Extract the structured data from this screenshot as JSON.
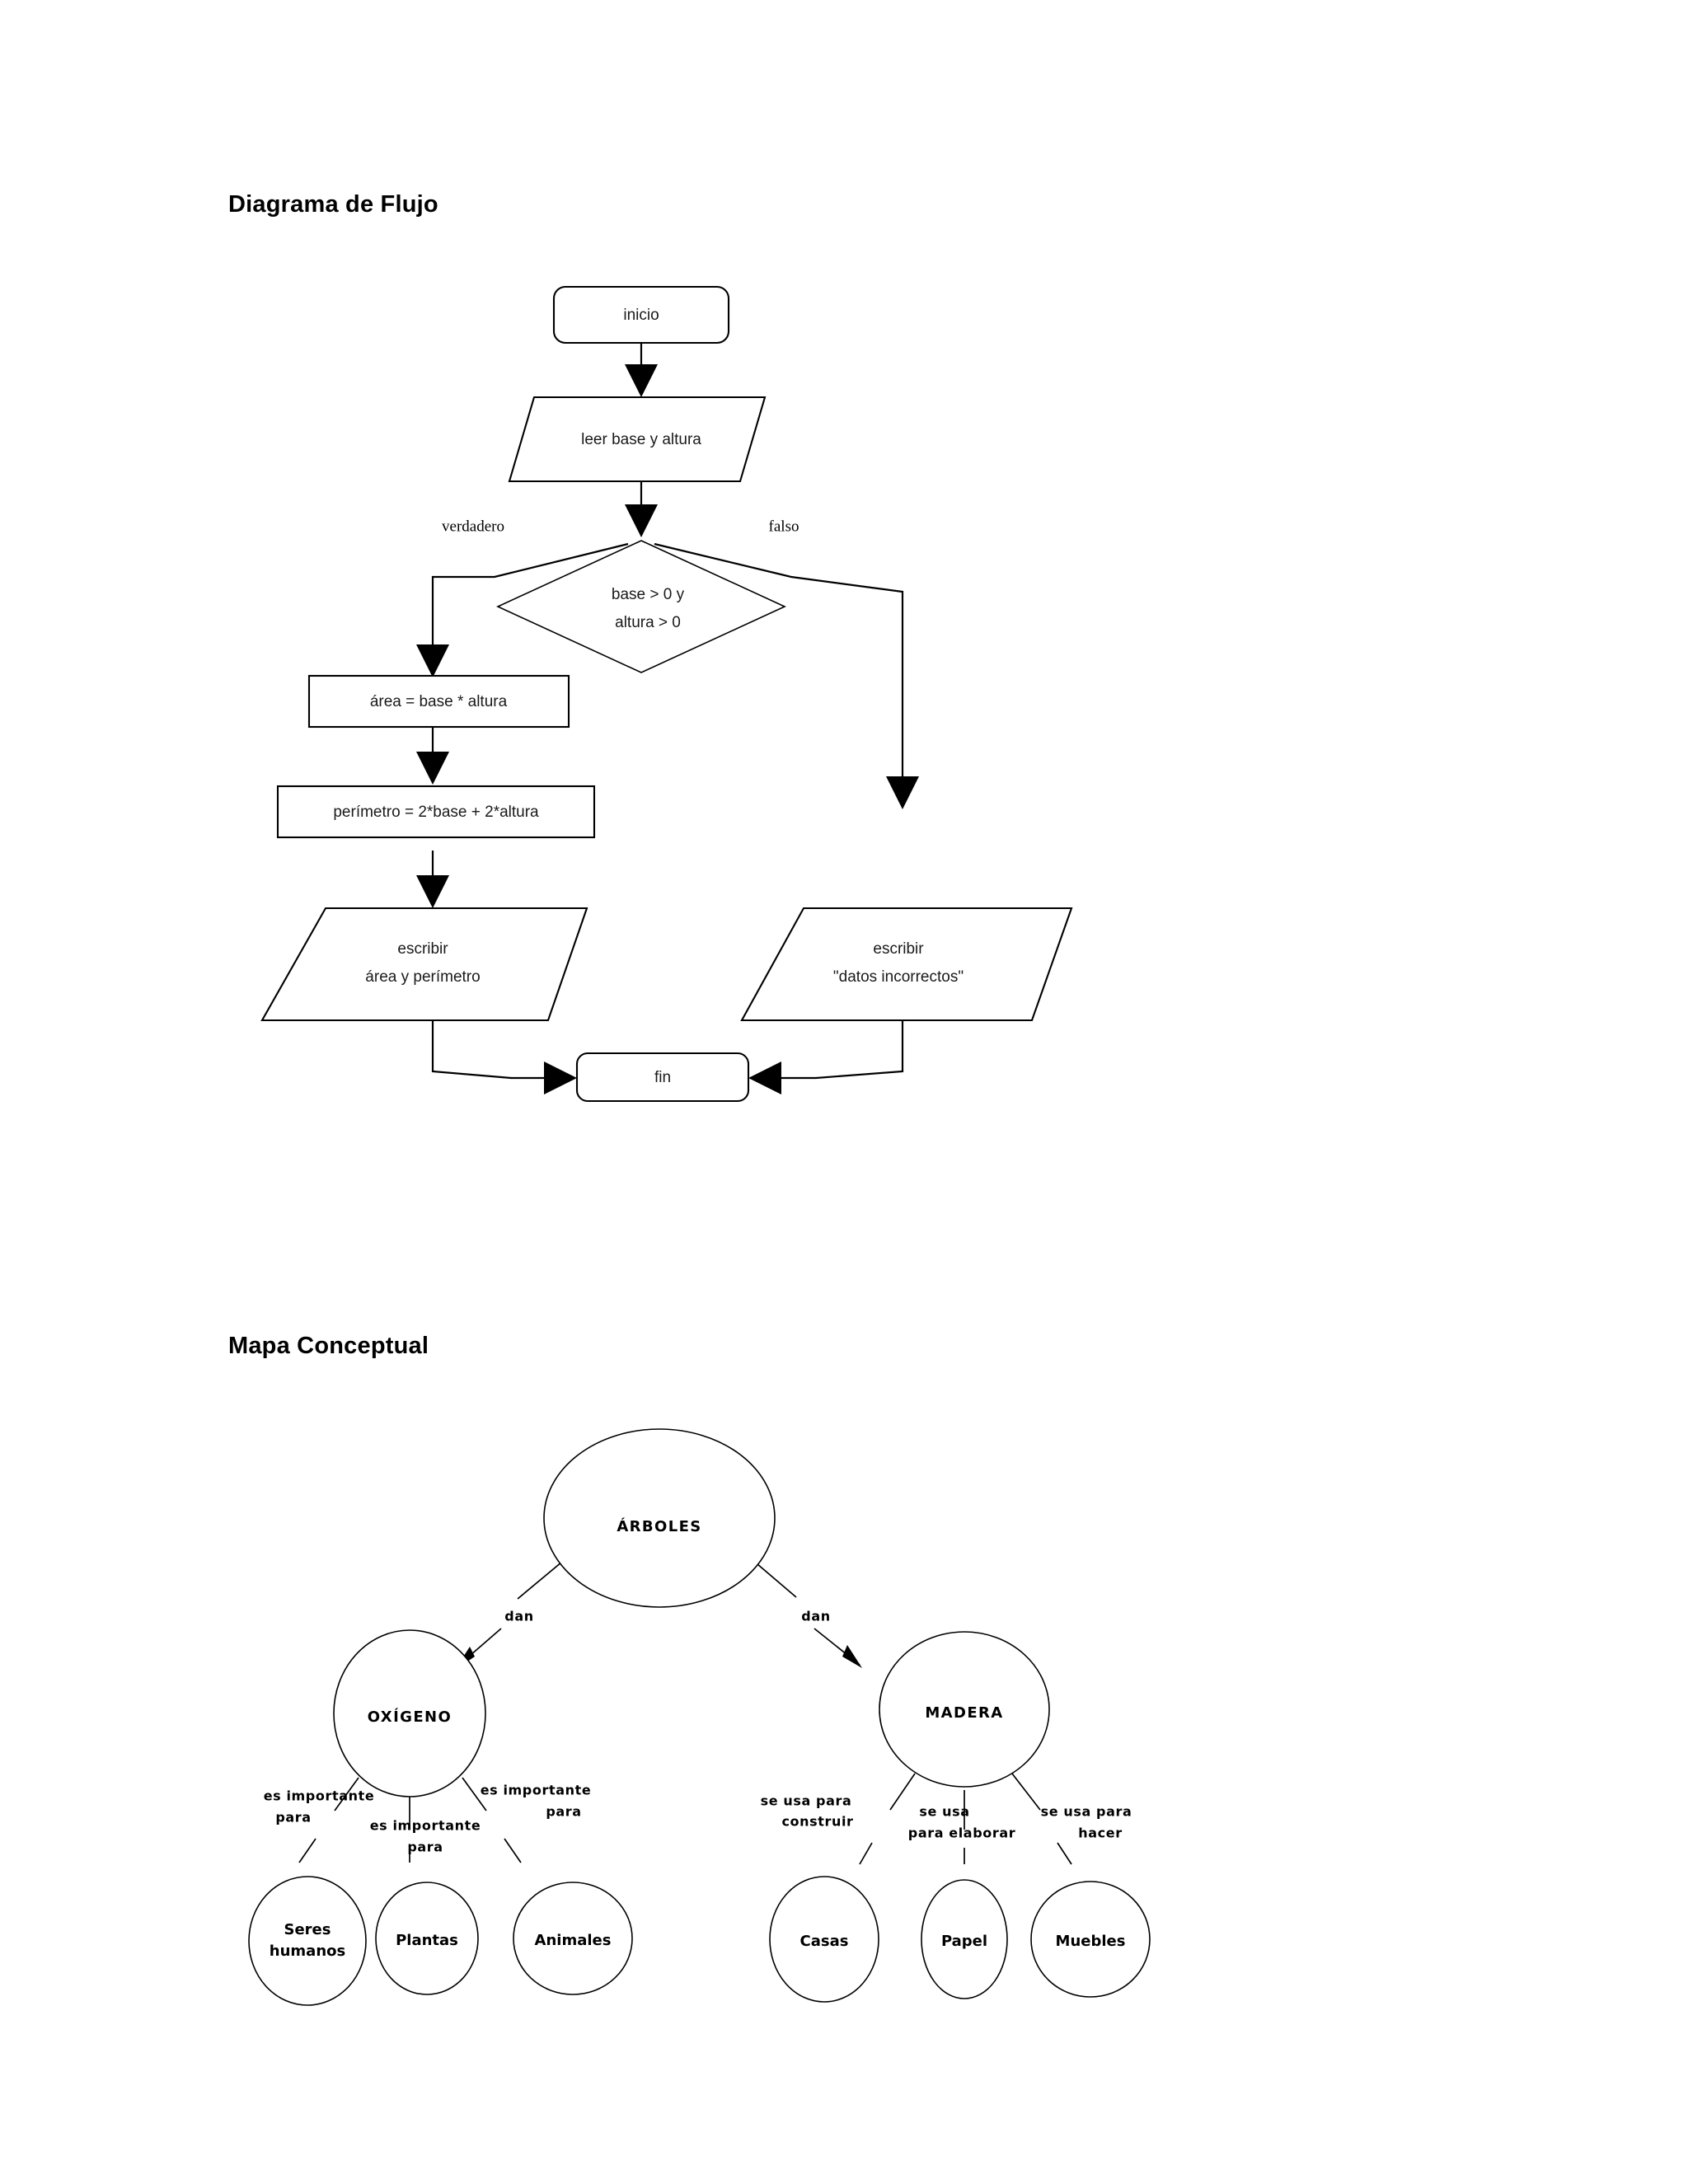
{
  "document": {
    "background_color": "#ffffff",
    "text_color": "#000000"
  },
  "sections": {
    "flowchart": {
      "heading": "Diagrama de Flujo"
    },
    "conceptmap": {
      "heading": "Mapa Conceptual"
    }
  },
  "flowchart": {
    "nodes": {
      "start": {
        "label": "inicio",
        "shape": "terminator"
      },
      "read": {
        "label": "leer base y altura",
        "shape": "parallelogram"
      },
      "decision_l1": {
        "label": "base > 0 y",
        "shape": "diamond"
      },
      "decision_l2": {
        "label": "altura > 0",
        "shape": "diamond"
      },
      "area": {
        "label": "área = base * altura",
        "shape": "process"
      },
      "perimeter": {
        "label": "perímetro = 2*base + 2*altura",
        "shape": "process"
      },
      "print_ok_l1": {
        "label": "escribir",
        "shape": "parallelogram"
      },
      "print_ok_l2": {
        "label": "área y perímetro",
        "shape": "parallelogram"
      },
      "print_err_l1": {
        "label": "escribir",
        "shape": "parallelogram"
      },
      "print_err_l2": {
        "label": "\"datos incorrectos\"",
        "shape": "parallelogram"
      },
      "end": {
        "label": "fin",
        "shape": "terminator"
      }
    },
    "branch_labels": {
      "true": "verdadero",
      "false": "falso"
    }
  },
  "conceptmap": {
    "root": {
      "label": "ÁRBOLES"
    },
    "level2": [
      {
        "label": "OXÍGENO",
        "link_label": "dan"
      },
      {
        "label": "MADERA",
        "link_label": "dan"
      }
    ],
    "oxygen_children": [
      {
        "label_line1": "Seres",
        "label_line2": "humanos",
        "link_line1": "es importante",
        "link_line2": "para"
      },
      {
        "label_line1": "Plantas",
        "label_line2": "",
        "link_line1": "es importante",
        "link_line2": "para"
      },
      {
        "label_line1": "Animales",
        "label_line2": "",
        "link_line1": "es importante",
        "link_line2": "para"
      }
    ],
    "wood_children": [
      {
        "label_line1": "Casas",
        "label_line2": "",
        "link_line1": "se usa para",
        "link_line2": "construir"
      },
      {
        "label_line1": "Papel",
        "label_line2": "",
        "link_line1": "se usa",
        "link_line2": "para elaborar"
      },
      {
        "label_line1": "Muebles",
        "label_line2": "",
        "link_line1": "se usa para",
        "link_line2": "hacer"
      }
    ]
  }
}
